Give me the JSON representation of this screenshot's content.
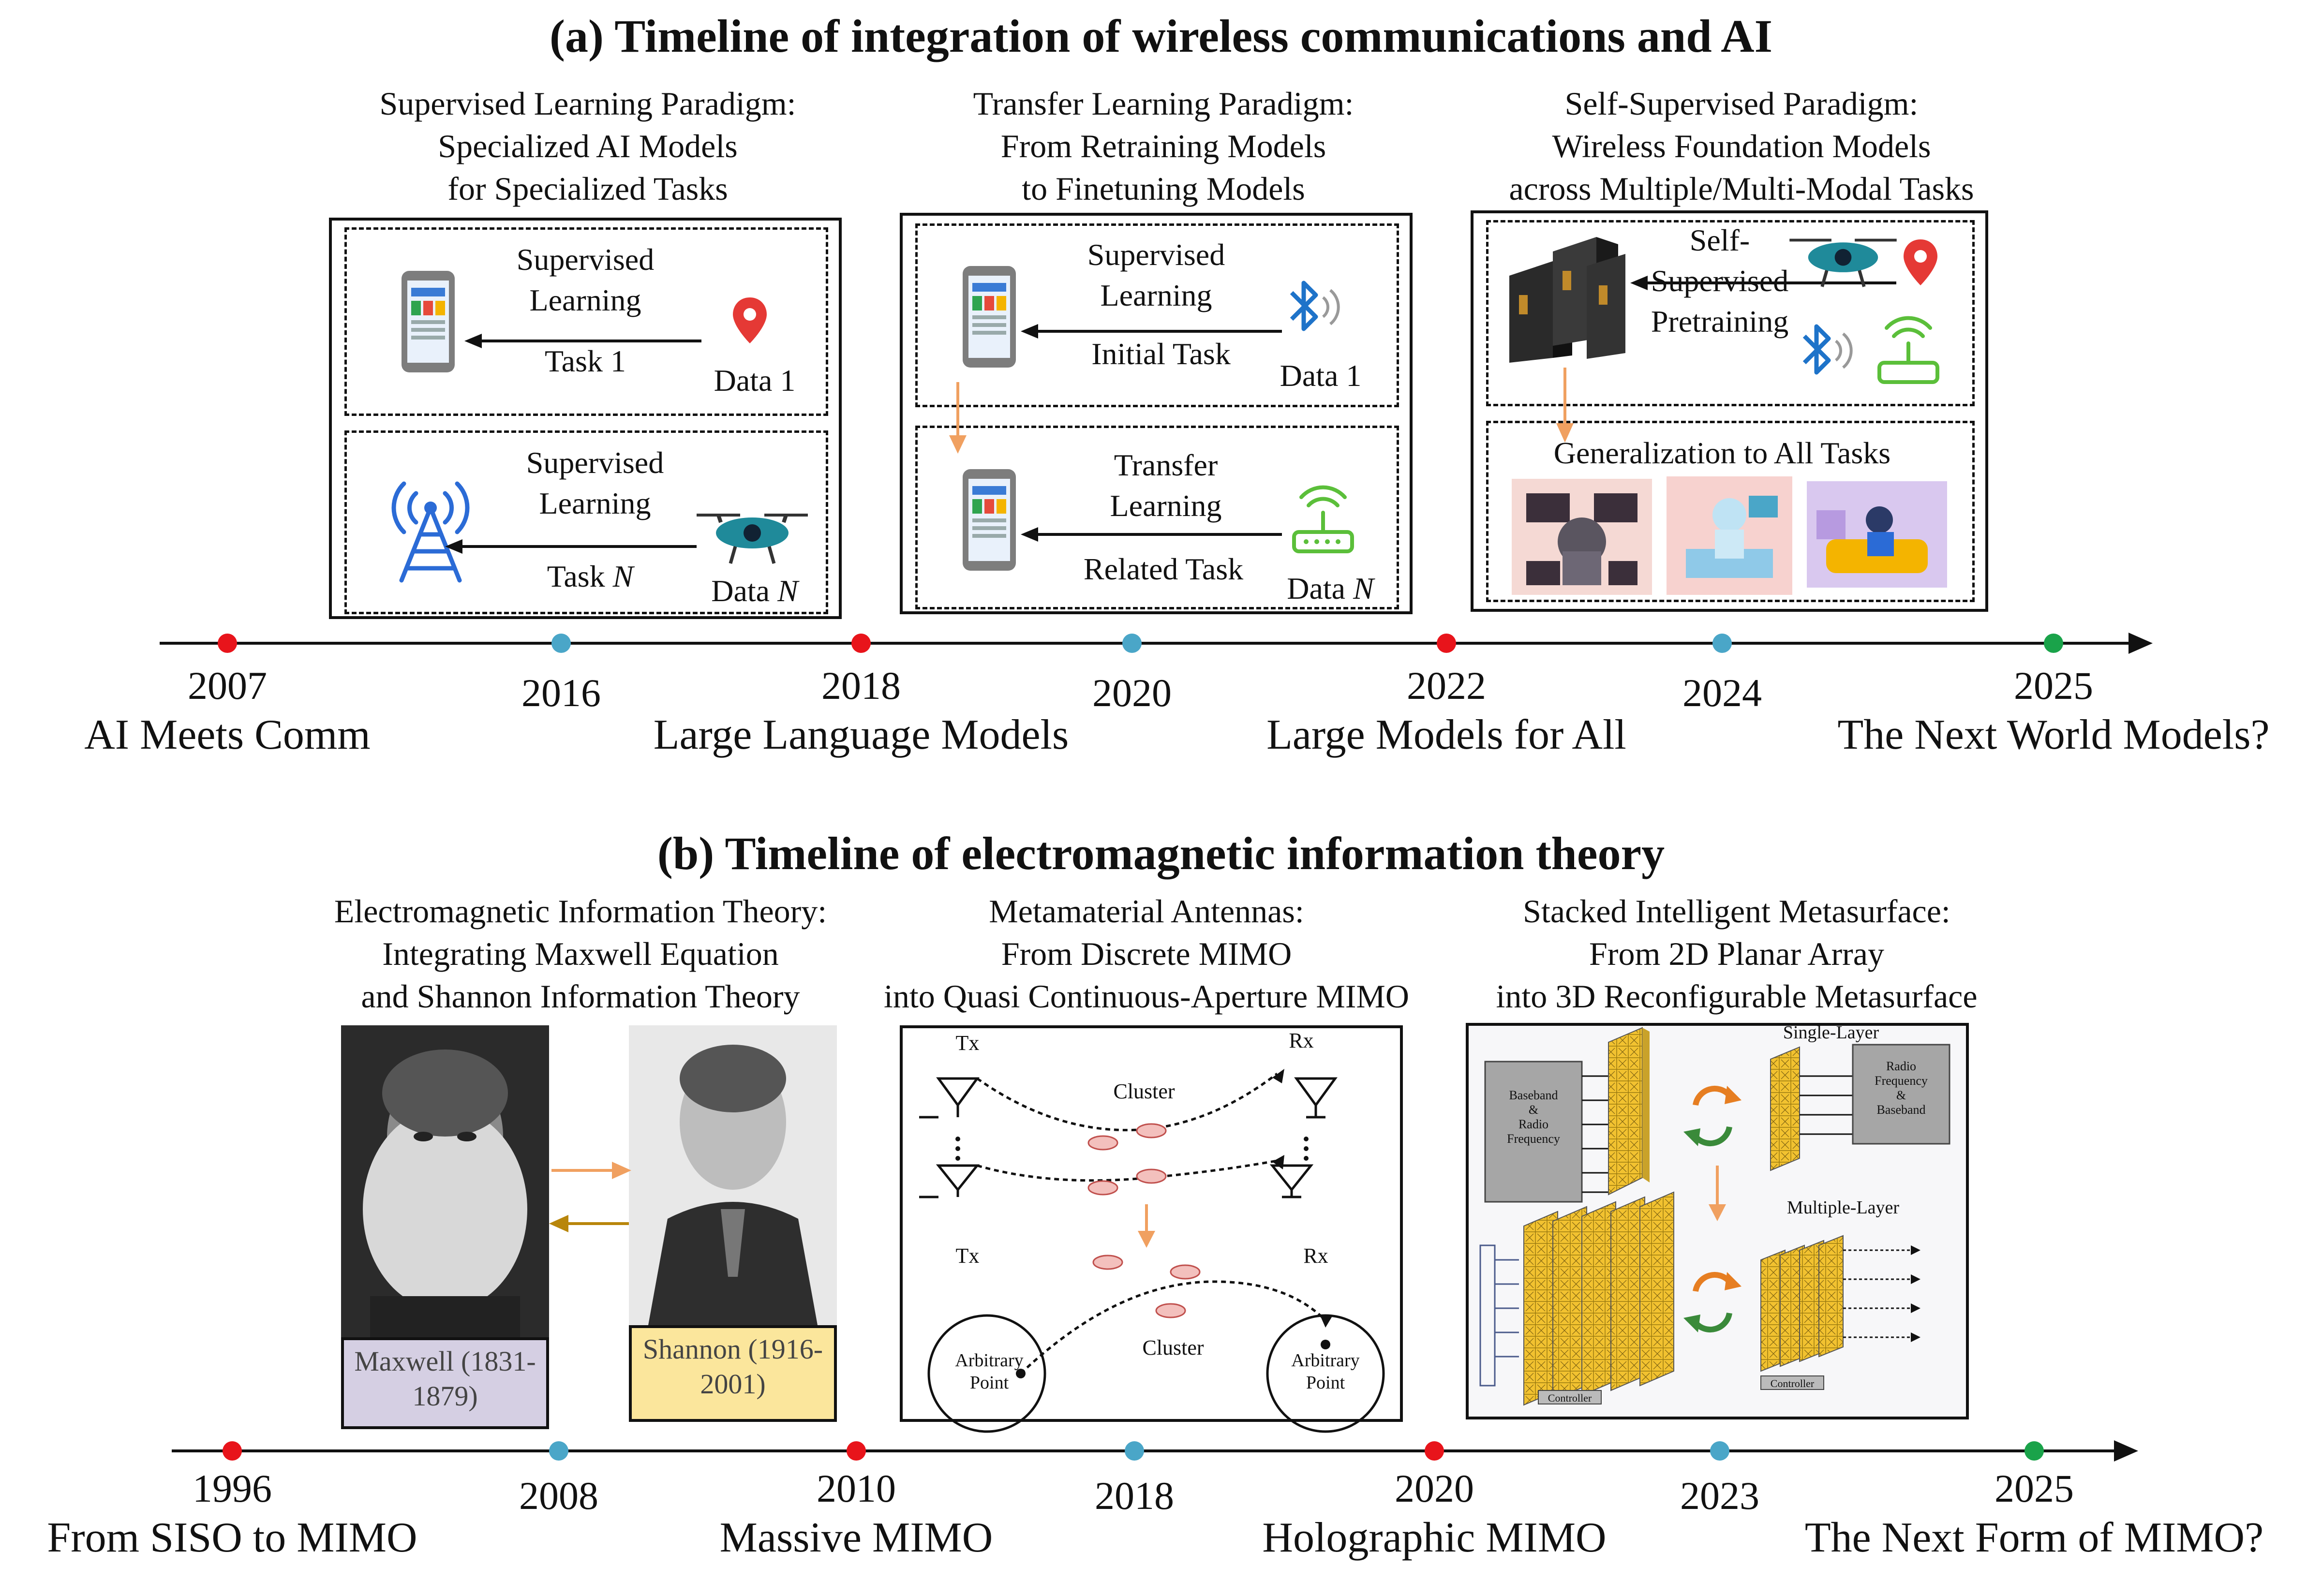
{
  "part_a": {
    "title": "(a) Timeline of integration of wireless communications and AI",
    "captions": [
      "Supervised Learning Paradigm:\nSpecialized AI Models\nfor Specialized Tasks",
      "Transfer Learning Paradigm:\nFrom Retraining Models\nto Finetuning Models",
      "Self-Supervised Paradigm:\nWireless Foundation Models\nacross Multiple/Multi-Modal Tasks"
    ],
    "panel1": {
      "top": {
        "method": "Supervised\nLearning",
        "task": "Task 1",
        "data": "Data 1"
      },
      "bottom": {
        "method": "Supervised\nLearning",
        "task": "Task ",
        "task_var": "N",
        "data": "Data ",
        "data_var": "N"
      }
    },
    "panel2": {
      "top": {
        "method": "Supervised\nLearning",
        "task": "Initial Task",
        "data": "Data 1"
      },
      "bottom": {
        "method": "Transfer\nLearning",
        "task": "Related Task",
        "data": "Data ",
        "data_var": "N"
      }
    },
    "panel3": {
      "top": {
        "method": "Self-\nSupervised\nPretraining"
      },
      "bottom": {
        "title": "Generalization to All Tasks"
      }
    },
    "timeline": [
      {
        "year": "2007",
        "event": "AI Meets Comm",
        "color": "#e8141b"
      },
      {
        "year": "2016",
        "event": "",
        "color": "#4aa6c8"
      },
      {
        "year": "2018",
        "event": "Large Language Models",
        "color": "#e8141b"
      },
      {
        "year": "2020",
        "event": "",
        "color": "#4aa6c8"
      },
      {
        "year": "2022",
        "event": "Large Models for All",
        "color": "#e8141b"
      },
      {
        "year": "2024",
        "event": "",
        "color": "#4aa6c8"
      },
      {
        "year": "2025",
        "event": "The Next World Models?",
        "color": "#1aa34a"
      }
    ]
  },
  "part_b": {
    "title": "(b) Timeline of electromagnetic information theory",
    "captions": [
      "Electromagnetic Information Theory:\nIntegrating Maxwell Equation\nand Shannon Information Theory",
      "Metamaterial Antennas:\nFrom Discrete MIMO\ninto Quasi Continuous-Aperture MIMO",
      "Stacked Intelligent Metasurface:\nFrom 2D Planar Array\ninto 3D Reconfigurable Metasurface"
    ],
    "portraits": {
      "maxwell": "Maxwell\n(1831-1879)",
      "shannon": "Shannon\n(1916-2001)",
      "maxwell_bg": "#d5cfe3",
      "shannon_bg": "#fbe69c"
    },
    "antenna_panel": {
      "tx": "Tx",
      "rx": "Rx",
      "cluster": "Cluster",
      "tx2": "Tx",
      "rx2": "Rx",
      "cluster2": "Cluster",
      "point_left": "Arbitrary\nPoint",
      "point_right": "Arbitrary\nPoint"
    },
    "sim_panel": {
      "baseband": "Baseband\n&\nRadio\nFrequency",
      "single_layer": "Single-Layer",
      "rf": "Radio\nFrequency\n&\nBaseband",
      "multiple_layer": "Multiple-Layer",
      "controller": "Controller",
      "controller2": "Controller"
    },
    "timeline": [
      {
        "year": "1996",
        "event": "From SISO to MIMO",
        "color": "#e8141b"
      },
      {
        "year": "2008",
        "event": "",
        "color": "#4aa6c8"
      },
      {
        "year": "2010",
        "event": "Massive MIMO",
        "color": "#e8141b"
      },
      {
        "year": "2018",
        "event": "",
        "color": "#4aa6c8"
      },
      {
        "year": "2020",
        "event": "Holographic MIMO",
        "color": "#e8141b"
      },
      {
        "year": "2023",
        "event": "",
        "color": "#4aa6c8"
      },
      {
        "year": "2025",
        "event": "The Next Form of MIMO?",
        "color": "#1aa34a"
      }
    ]
  },
  "colors": {
    "arrow_orange": "#f0a060",
    "arrow_gold": "#b8860b",
    "accent_blue": "#2b6bd6"
  }
}
